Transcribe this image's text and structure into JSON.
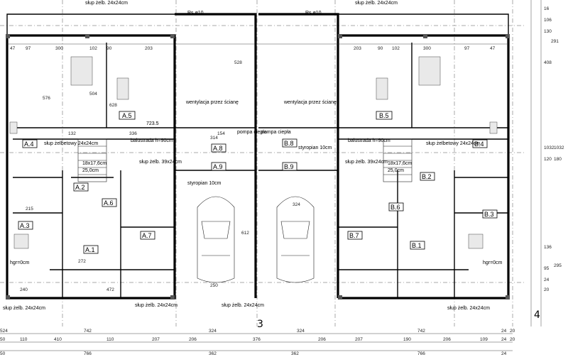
{
  "axes": {
    "axis_3": "3",
    "axis_4": "4"
  },
  "rooms": {
    "left": [
      {
        "id": "A.1"
      },
      {
        "id": "A.2"
      },
      {
        "id": "A.3"
      },
      {
        "id": "A.4"
      },
      {
        "id": "A.5"
      },
      {
        "id": "A.6"
      },
      {
        "id": "A.7"
      },
      {
        "id": "A.8"
      },
      {
        "id": "A.9"
      }
    ],
    "right": [
      {
        "id": "B.1"
      },
      {
        "id": "B.2"
      },
      {
        "id": "B.3"
      },
      {
        "id": "B.4"
      },
      {
        "id": "B.5"
      },
      {
        "id": "B.6"
      },
      {
        "id": "B.7"
      },
      {
        "id": "B.8"
      },
      {
        "id": "B.9"
      }
    ]
  },
  "notes": {
    "slup_top": "słup żelb. 24x24cm",
    "slup_bottom": "słup żelb. 24x24cm",
    "slup_zelbetowy": "słup żelbetowy 24x24cm",
    "slup_zelb_39": "słup żelb. 39x24cm",
    "balustrada": "balustrada h=90cm",
    "wentylacja": "wentylacja przez ścianę",
    "styropian": "styropian 10cm",
    "pompa_ciepla": "pompa ciepła",
    "stairs": "18x17,6cm",
    "stairs_width": "25,0cm",
    "hgr": "hgr=0cm",
    "rs": "Rs ø10",
    "area": "723.5"
  },
  "dims": {
    "bottom_row1": [
      "524",
      "742",
      "324",
      "324",
      "742",
      "24",
      "20"
    ],
    "bottom_row2": [
      "50",
      "110",
      "410",
      "110",
      "207",
      "206",
      "376",
      "206",
      "207",
      "190",
      "206",
      "109",
      "24",
      "20"
    ],
    "bottom_row3": [
      "50",
      "766",
      "362",
      "362",
      "766",
      "24"
    ],
    "top_row": [
      "47",
      "97",
      "300",
      "102",
      "90",
      "203",
      "203",
      "90",
      "102",
      "300",
      "97",
      "47"
    ],
    "right_col": [
      "16",
      "106",
      "130",
      "291",
      "408",
      "1032",
      "120",
      "1032",
      "180",
      "295",
      "136",
      "95",
      "24",
      "20"
    ],
    "misc": [
      "576",
      "504",
      "628",
      "528",
      "612",
      "314",
      "324",
      "250",
      "336",
      "154",
      "132",
      "272",
      "472",
      "215",
      "240"
    ]
  }
}
